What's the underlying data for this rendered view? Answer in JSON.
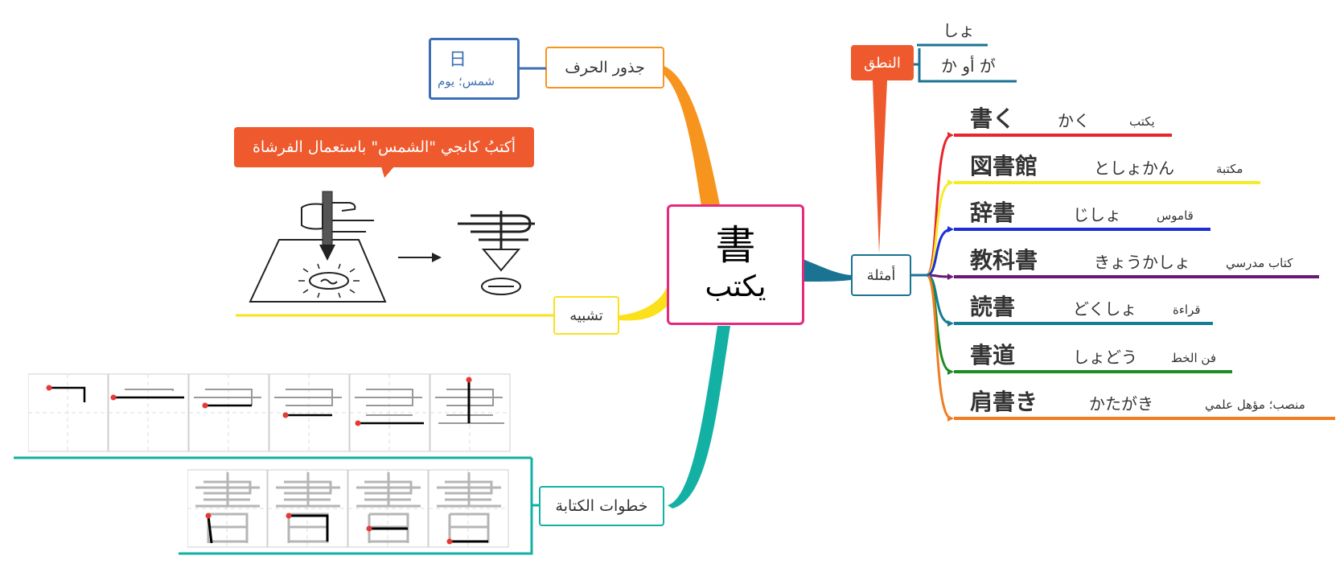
{
  "center": {
    "kanji": "書",
    "meaning": "يكتب"
  },
  "radical": {
    "label": "جذور الحرف",
    "kanji": "日",
    "meaning": "شمس؛ يوم"
  },
  "analogy": {
    "label": "تشبيه",
    "callout": "أكتبُ كانجي \"الشمس\" باستعمال الفرشاة"
  },
  "stroke_order": {
    "label": "خطوات الكتابة"
  },
  "examples": {
    "label": "أمثلة",
    "pronunciation": {
      "label": "النطق",
      "readings": [
        "しょ",
        "か أو が"
      ]
    },
    "words": [
      {
        "word": "書く",
        "reading": "かく",
        "meaning": "يكتب",
        "color": "#e8242c"
      },
      {
        "word": "図書館",
        "reading": "としょかん",
        "meaning": "مكتبة",
        "color": "#f4ec2b"
      },
      {
        "word": "辞書",
        "reading": "じしょ",
        "meaning": "قاموس",
        "color": "#1c2fd6"
      },
      {
        "word": "教科書",
        "reading": "きょうかしょ",
        "meaning": "كتاب مدرسي",
        "color": "#6a1877"
      },
      {
        "word": "読書",
        "reading": "どくしょ",
        "meaning": "قراءة",
        "color": "#147d94"
      },
      {
        "word": "書道",
        "reading": "しょどう",
        "meaning": "فن الخط",
        "color": "#1e8c22"
      },
      {
        "word": "肩書き",
        "reading": "かたがき",
        "meaning": "منصب؛ مؤهل علمي",
        "color": "#f07d23"
      }
    ]
  },
  "colors": {
    "center_border": "#e6297e",
    "radical_branch": "#f7941d",
    "analogy_branch": "#fbe11c",
    "stroke_branch": "#13b0a4",
    "examples_branch": "#1b7393",
    "pronunciation_box": "#ee5a2d",
    "radical_box": "#3c6fb6"
  }
}
